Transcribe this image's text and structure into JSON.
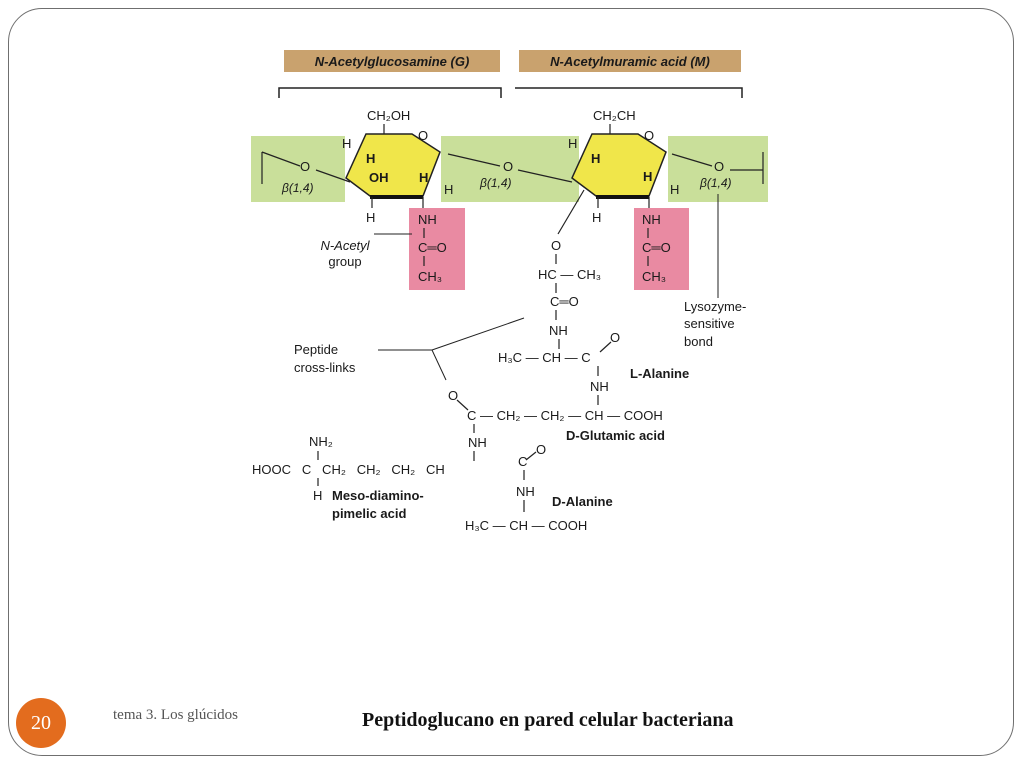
{
  "slide": {
    "number": "20",
    "footer_topic": "tema 3. Los glúcidos",
    "caption": "Peptidoglucano en pared celular bacteriana"
  },
  "colors": {
    "ring_fill": "#f0e64a",
    "linkage_band": "#c9df9a",
    "acetyl_box": "#e98aa2",
    "header_box": "#c9a26e",
    "slide_number_bg": "#e36c1e"
  },
  "diagram": {
    "nag_header": "N-Acetylglucosamine (G)",
    "nam_header": "N-Acetylmuramic acid (M)",
    "linkage": "β(1,4)",
    "oxygen": "O",
    "hydrogen": "H",
    "hydroxyl": "OH",
    "ch2oh": "CH₂OH",
    "ch2ch": "CH₂CH",
    "nh": "NH",
    "c_double_o": "C═O",
    "ch3": "CH₃",
    "n_acetyl_label": [
      "N-Acetyl",
      "group"
    ],
    "hc_ch3": "HC — CH₃",
    "alanine_methyl": "H₃C — CH — C",
    "lysozyme_label": [
      "Lysozyme-",
      "sensitive",
      "bond"
    ],
    "peptide_label": [
      "Peptide",
      "cross-links"
    ],
    "l_alanine": "L-Alanine",
    "glutamic_chain": "C — CH₂ — CH₂ — CH — COOH",
    "d_glutamic": "D-Glutamic acid",
    "nh2": "NH₂",
    "dap_chain": "HOOC   C   CH₂   CH₂   CH₂   CH",
    "dap_label": [
      "Meso-diamino-",
      "pimelic acid"
    ],
    "d_alanine": "D-Alanine",
    "d_alanine_chain": "H₃C — CH — COOH"
  }
}
